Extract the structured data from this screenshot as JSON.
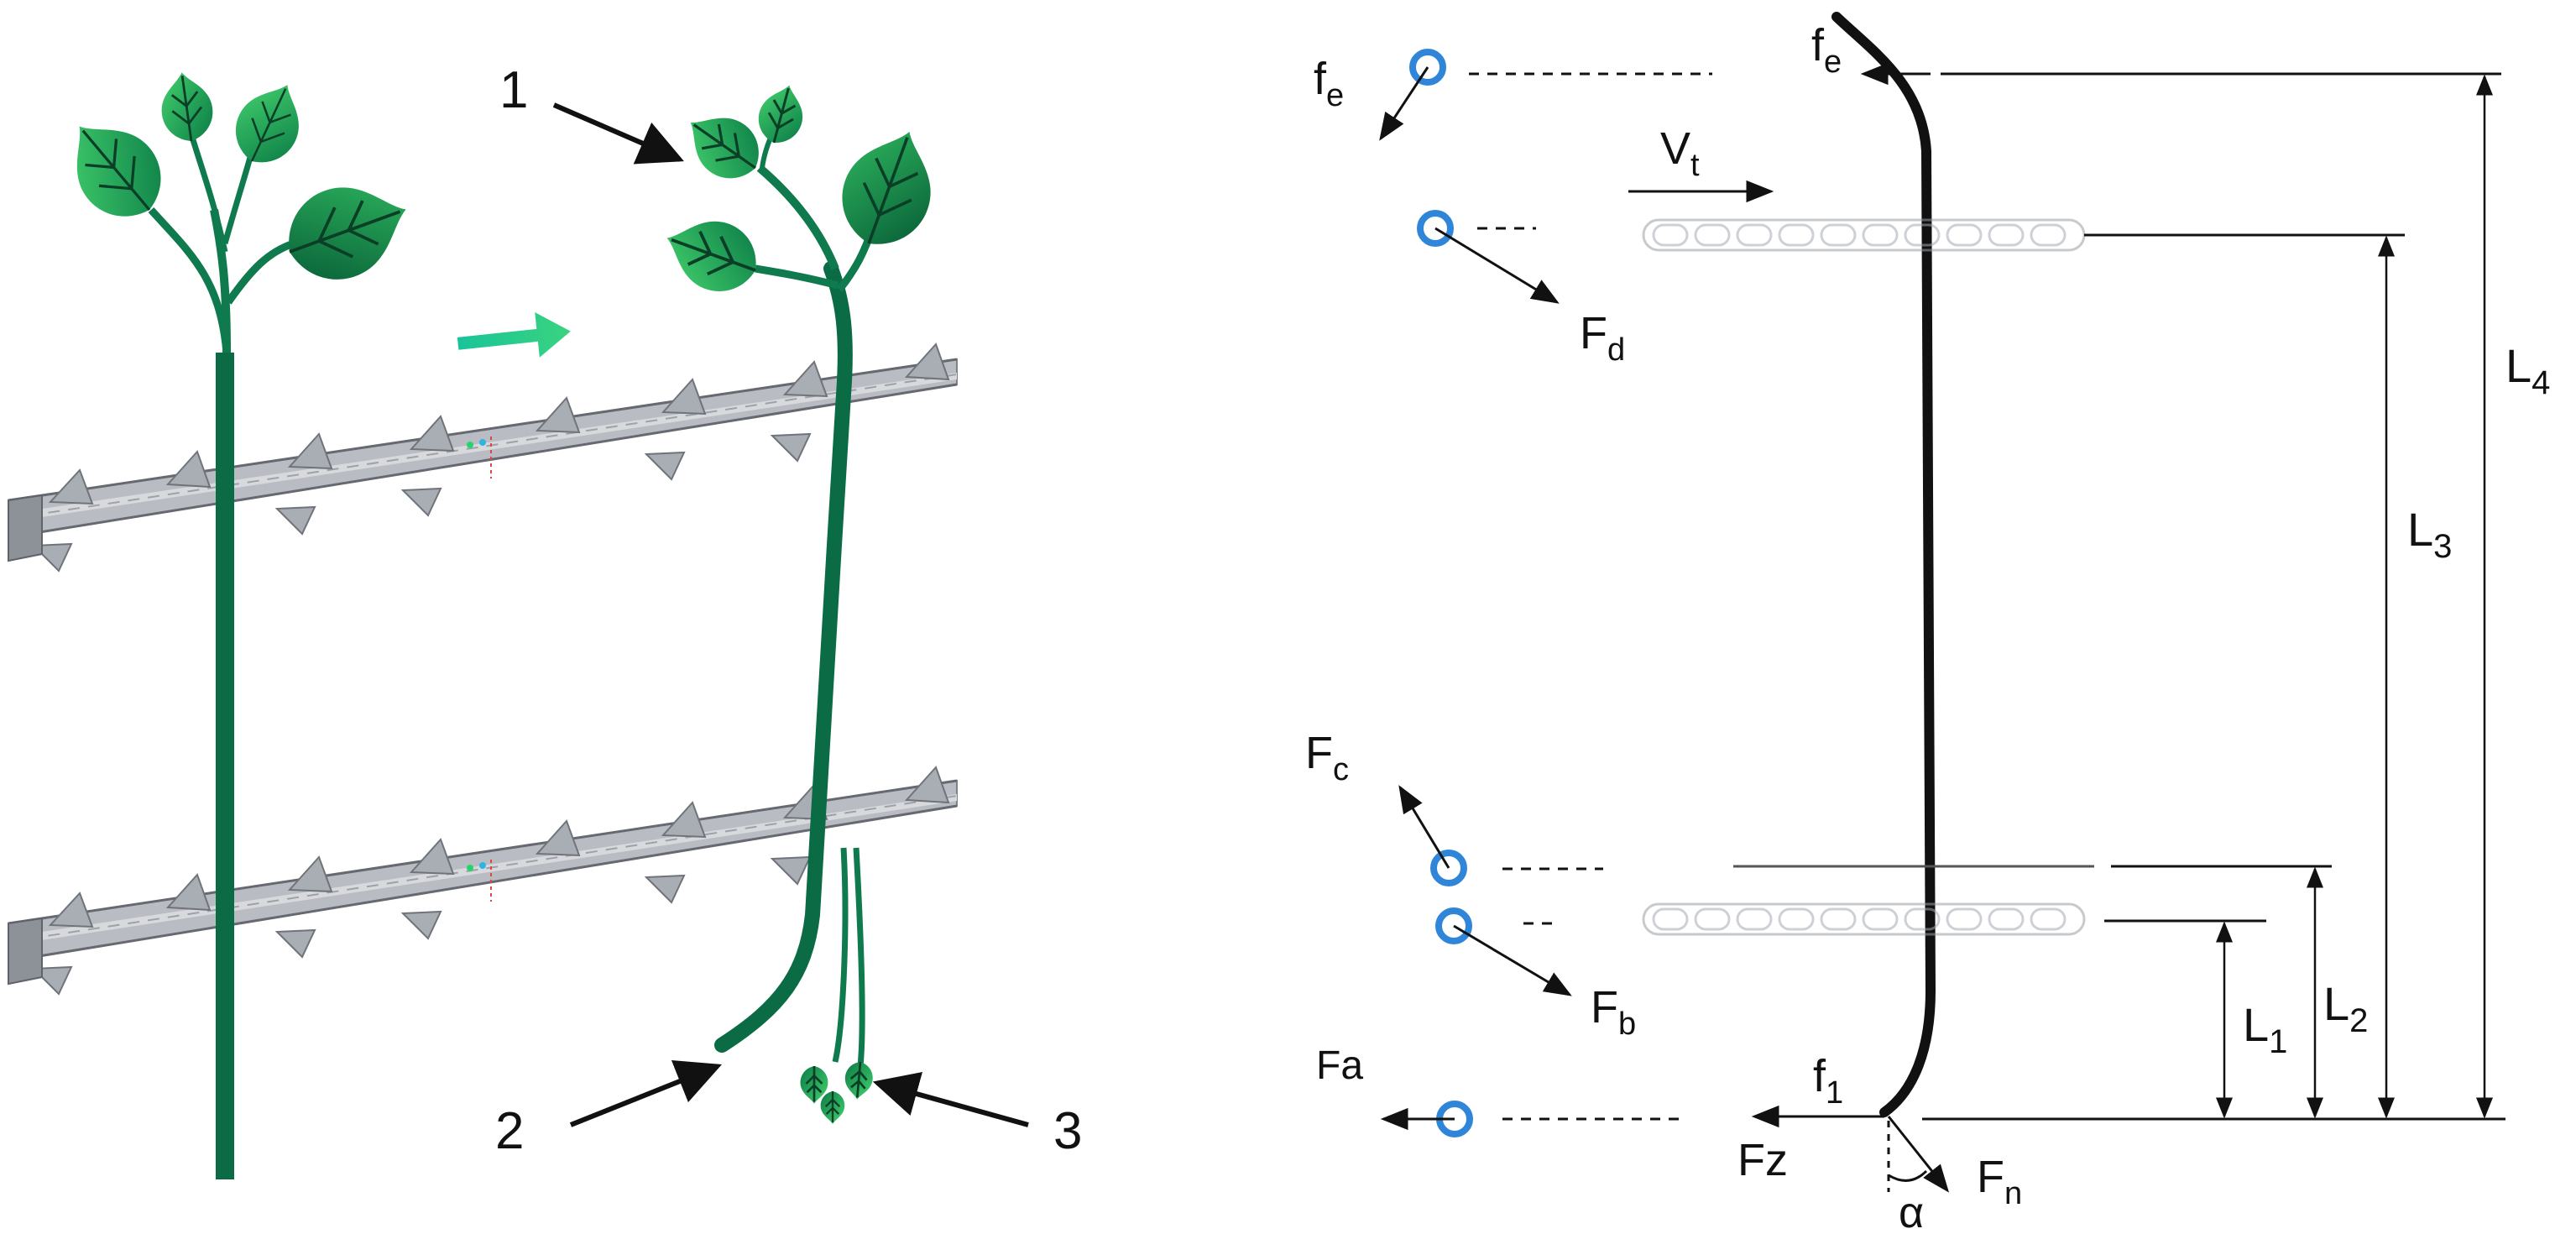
{
  "colors": {
    "stem": "#0a6b45",
    "leaf_light": "#3fc96b",
    "leaf_dark": "#0b8a4a",
    "arrow_green": "#22c98f",
    "chain": "#b4b7bd",
    "chain_dark": "#8a8e95",
    "ring": "#2f86d8",
    "ink": "#111111"
  },
  "left_panel": {
    "callouts": [
      {
        "id": "1",
        "text": "1"
      },
      {
        "id": "2",
        "text": "2"
      },
      {
        "id": "3",
        "text": "3"
      }
    ]
  },
  "right_panel": {
    "labels": {
      "fe_left": {
        "main": "f",
        "sub": "e"
      },
      "fe_right": {
        "main": "f",
        "sub": "e"
      },
      "vt": {
        "main": "V",
        "sub": "t"
      },
      "fd": {
        "main": "F",
        "sub": "d"
      },
      "fc": {
        "main": "F",
        "sub": "c"
      },
      "fb": {
        "main": "F",
        "sub": "b"
      },
      "fa": {
        "main": "Fa",
        "sub": ""
      },
      "f1": {
        "main": "f",
        "sub": "1"
      },
      "fz": {
        "main": "Fz",
        "sub": ""
      },
      "fn": {
        "main": "F",
        "sub": "n"
      },
      "alpha": {
        "main": "α",
        "sub": ""
      },
      "l1": {
        "main": "L",
        "sub": "1"
      },
      "l2": {
        "main": "L",
        "sub": "2"
      },
      "l3": {
        "main": "L",
        "sub": "3"
      },
      "l4": {
        "main": "L",
        "sub": "4"
      }
    }
  }
}
